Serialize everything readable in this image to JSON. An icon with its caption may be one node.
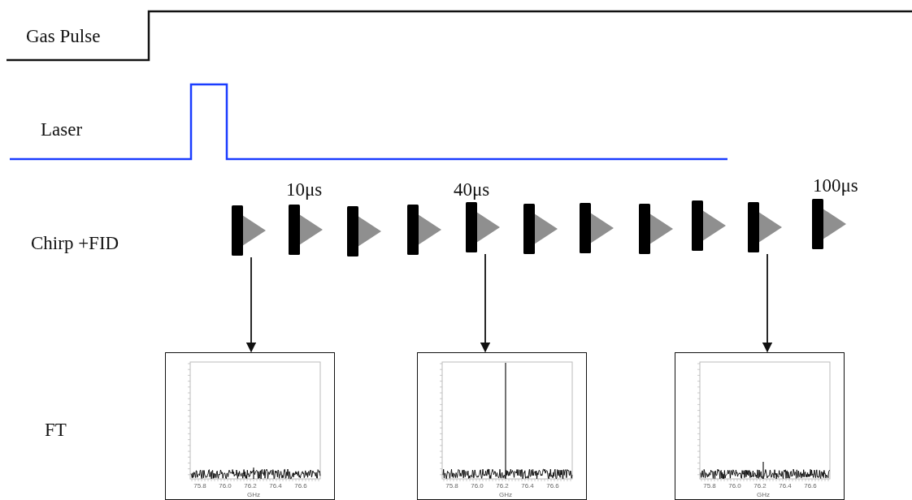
{
  "diagram": {
    "nodes": [
      {
        "text": [],
        "shape": "bar"
      },
      {
        "text": [],
        "shape": "bar"
      },
      {
        "text": [],
        "shape": "bar"
      },
      {
        "text": [],
        "shape": "bar"
      },
      {
        "text": [],
        "shape": "bar"
      },
      {
        "text": [],
        "shape": "bar"
      },
      {
        "text": [],
        "shape": "bar"
      },
      {
        "text": [],
        "shape": "bar"
      },
      {
        "text": [],
        "shape": "bar"
      },
      {
        "text": [],
        "shape": "bar"
      },
      {
        "text": [],
        "shape": "bar"
      },
      {
        "text": [
          "75.8",
          "76.0",
          "76.2",
          "76.4",
          "76.6",
          "GHz"
        ]
      },
      {
        "text": [
          "75.8",
          "76.0",
          "76.2",
          "76.4",
          "76.6",
          "GHz"
        ]
      },
      {
        "text": [
          "75.8",
          "76.0",
          "76.2",
          "76.4",
          "76.6",
          "GHz"
        ]
      }
    ],
    "edges": [
      {
        "from": 0,
        "to": 11,
        "arrow": "to"
      },
      {
        "from": 4,
        "to": 12,
        "arrow": "to"
      },
      {
        "from": 9,
        "to": 13,
        "arrow": "to"
      }
    ],
    "labels": [
      "Gas Pulse",
      "Laser",
      "10μs",
      "40μs",
      "100μs",
      "Chirp +FID",
      "FT"
    ]
  }
}
